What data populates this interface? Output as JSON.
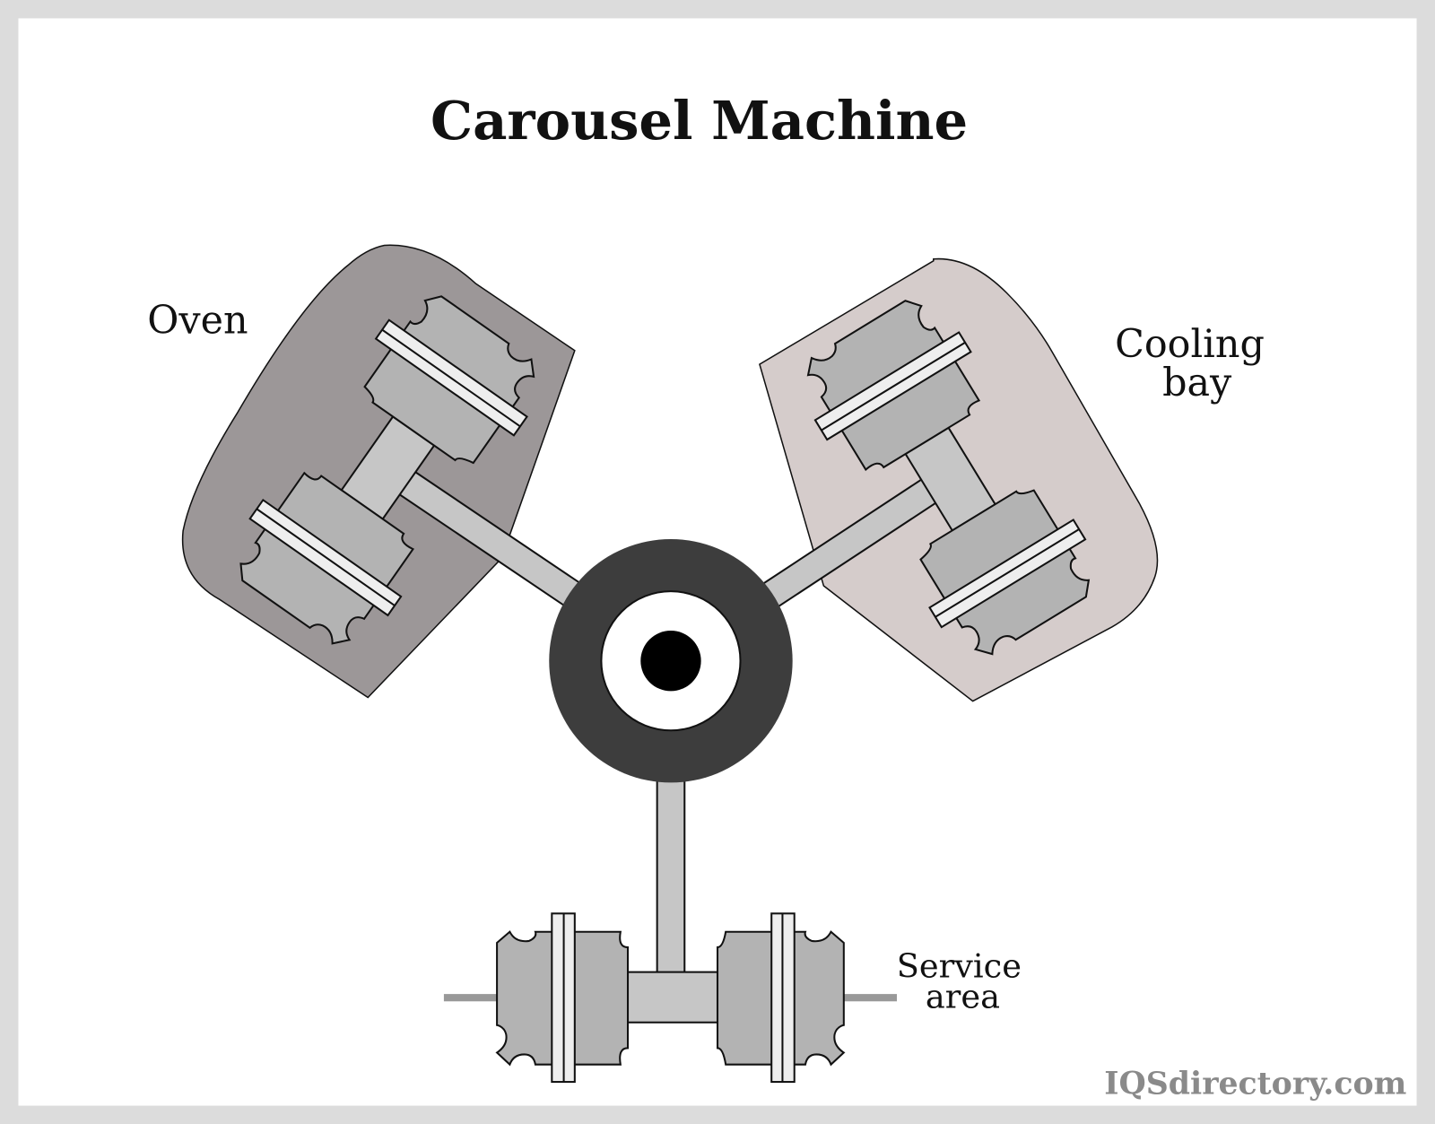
{
  "title": "Carousel Machine",
  "labels": {
    "oven": "Oven",
    "cooling_line1": "Cooling",
    "cooling_line2": "bay",
    "service_line1": "Service",
    "service_line2": "area"
  },
  "watermark": "IQSdirectory.com",
  "colors": {
    "oven": "#9c9798",
    "cooling": "#d5cccb",
    "mold": "#b3b3b3",
    "arm": "#c6c6c6",
    "hub": "#3d3d3d"
  }
}
